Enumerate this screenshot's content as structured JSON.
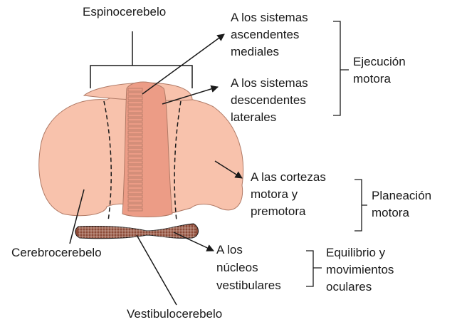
{
  "labels": {
    "spino": "Espinocerebelo",
    "cerebro": "Cerebrocerebelo",
    "vestibulo": "Vestibulocerebelo",
    "t1": [
      "A los sistemas",
      "ascendentes",
      "mediales"
    ],
    "t2": [
      "A los sistemas",
      "descendentes",
      "laterales"
    ],
    "t3": [
      "A las cortezas",
      "motora y",
      "premotora"
    ],
    "t4": [
      "A los",
      "núcleos",
      "vestibulares"
    ],
    "g1": [
      "Ejecución",
      "motora"
    ],
    "g2": [
      "Planeación",
      "motora"
    ],
    "g3": [
      "Equilibrio y",
      "movimientos",
      "oculares"
    ]
  },
  "colors": {
    "hemisphere": "#f8c2ac",
    "vermis": "#ec9c86",
    "flocculus": "#8c4a38",
    "outline": "#b07a66",
    "line": "#1a1a1a"
  }
}
